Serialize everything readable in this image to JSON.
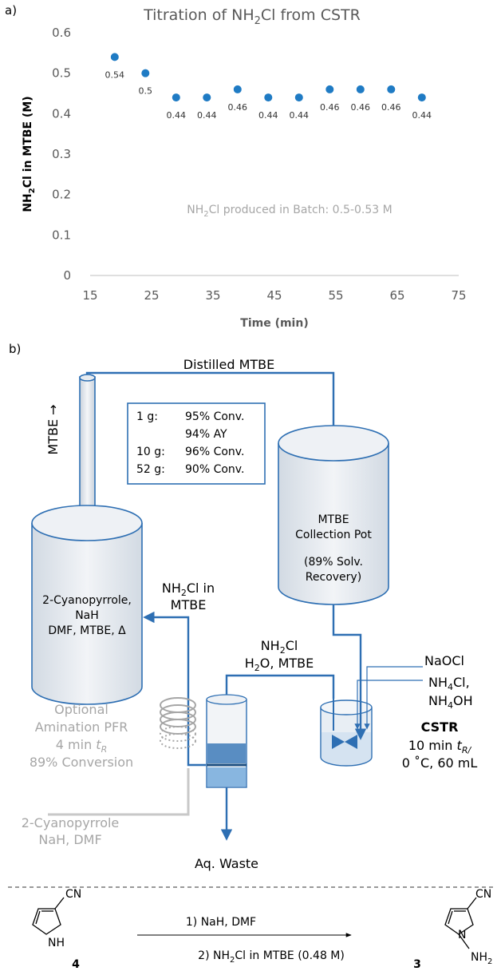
{
  "panel_a": {
    "label": "a)",
    "chart_data": {
      "type": "scatter",
      "title_pre": "Titration of NH",
      "title_sub": "2",
      "title_post": "Cl from CSTR",
      "xlabel": "Time (min)",
      "ylabel_pre": "NH",
      "ylabel_sub": "2",
      "ylabel_post": "Cl in MTBE (M)",
      "xlim": [
        15,
        75
      ],
      "ylim": [
        0,
        0.6
      ],
      "x_ticks": [
        "15",
        "25",
        "35",
        "45",
        "55",
        "65",
        "75"
      ],
      "y_ticks": [
        "0",
        "0.1",
        "0.2",
        "0.3",
        "0.4",
        "0.5",
        "0.6"
      ],
      "grid": false,
      "color": "#1f7bc4",
      "x": [
        19,
        24,
        29,
        34,
        39,
        44,
        49,
        54,
        59,
        64,
        69
      ],
      "values": [
        0.54,
        0.5,
        0.44,
        0.44,
        0.46,
        0.44,
        0.44,
        0.46,
        0.46,
        0.46,
        0.44
      ],
      "data_labels": [
        "0.54",
        "0.5",
        "0.44",
        "0.44",
        "0.46",
        "0.44",
        "0.44",
        "0.46",
        "0.46",
        "0.46",
        "0.44"
      ],
      "annotation_pre": "NH",
      "annotation_sub": "2",
      "annotation_post": "Cl produced in Batch: 0.5-0.53 M"
    }
  },
  "panel_b": {
    "label": "b)",
    "distilled": "Distilled MTBE",
    "mtbe_arrow": "MTBE →",
    "table": [
      {
        "scale": "1 g:",
        "result": "95% Conv."
      },
      {
        "scale": "",
        "result": "94% AY"
      },
      {
        "scale": "10 g:",
        "result": "96% Conv."
      },
      {
        "scale": "52 g:",
        "result": "90% Conv."
      }
    ],
    "collection": [
      "MTBE",
      "Collection Pot",
      "(89% Solv.",
      "Recovery)"
    ],
    "reactor": [
      "2-Cyanopyrrole,",
      "NaH",
      "DMF, MTBE, Δ"
    ],
    "nh2cl_in": {
      "pre": "NH",
      "sub": "2",
      "post": "Cl in",
      "line2": "MTBE"
    },
    "nh2cl_feed": {
      "pre": "NH",
      "sub": "2",
      "post": "Cl",
      "l2pre": "H",
      "l2sub": "2",
      "l2post": "O, MTBE"
    },
    "reagents": {
      "l1": "NaOCl",
      "l2pre": "NH",
      "l2sub": "4",
      "l2post": "Cl,",
      "l3pre": "NH",
      "l3sub": "4",
      "l3post": "OH"
    },
    "cstr": {
      "title": "CSTR",
      "l2pre": "10 min ",
      "l2t": "t",
      "l2sub": "R/",
      "l3": "0 ˚C, 60 mL"
    },
    "pfr": {
      "l1": "Optional",
      "l2": "Amination PFR",
      "l3pre": "4 min ",
      "l3t": "t",
      "l3sub": "R",
      "l4": "89% Conversion"
    },
    "grey_feed": [
      "2-Cyanopyrrole",
      "NaH, DMF"
    ],
    "waste": "Aq. Waste"
  },
  "scheme": {
    "cn": "CN",
    "nh": "NH",
    "compound_4": "4",
    "compound_3": "3",
    "nh2_pre": "NH",
    "nh2_sub": "2",
    "step1": "1) NaH, DMF",
    "step2_pre": "2) NH",
    "step2_sub": "2",
    "step2_post": "Cl in MTBE (0.48 M)"
  },
  "colors": {
    "accent": "#2e6fb3",
    "marker": "#1f7bc4",
    "grey": "#a6a6a6",
    "axis_text": "#595959"
  }
}
